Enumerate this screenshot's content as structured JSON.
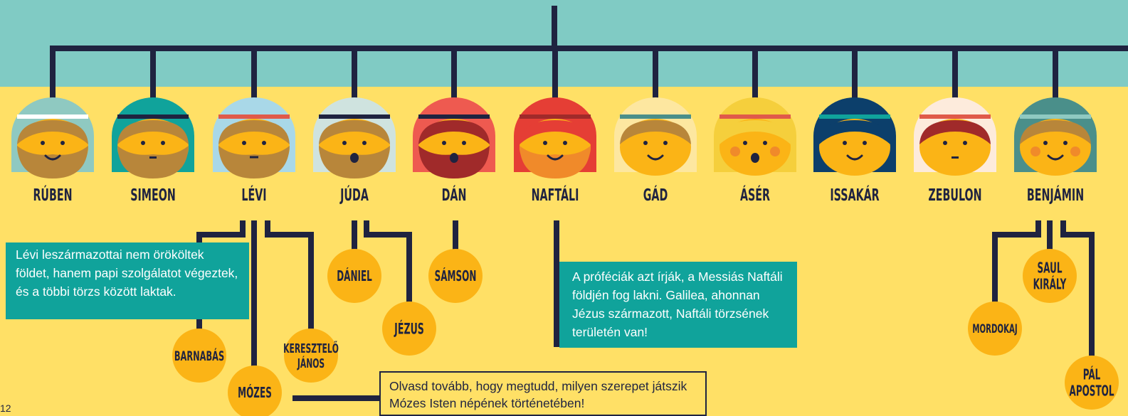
{
  "tribes": [
    {
      "name": "RÚBEN"
    },
    {
      "name": "SIMEON"
    },
    {
      "name": "LÉVI"
    },
    {
      "name": "JÚDA"
    },
    {
      "name": "DÁN"
    },
    {
      "name": "NAFTÁLI"
    },
    {
      "name": "GÁD"
    },
    {
      "name": "ÁSÉR"
    },
    {
      "name": "ISSAKÁR"
    },
    {
      "name": "ZEBULON"
    },
    {
      "name": "BENJÁMIN"
    }
  ],
  "descendants": [
    {
      "id": "barnabas",
      "lines": [
        "BARNABÁS"
      ]
    },
    {
      "id": "mozes",
      "lines": [
        "MÓZES"
      ]
    },
    {
      "id": "kereszt",
      "lines": [
        "KERESZTELŐ",
        "JÁNOS"
      ]
    },
    {
      "id": "daniel",
      "lines": [
        "DÁNIEL"
      ]
    },
    {
      "id": "jezus",
      "lines": [
        "JÉZUS"
      ]
    },
    {
      "id": "samson",
      "lines": [
        "SÁMSON"
      ]
    },
    {
      "id": "saul",
      "lines": [
        "SAUL",
        "KIRÁLY"
      ]
    },
    {
      "id": "mordokaj",
      "lines": [
        "MORDOKAJ"
      ]
    },
    {
      "id": "pal",
      "lines": [
        "PÁL",
        "APOSTOL"
      ]
    }
  ],
  "levi_note": "Lévi leszármazottai nem örököltek földet, hanem papi szolgálatot végeztek, és a többi törzs között laktak.",
  "naftali_note": "A próféciák azt írják, a Messiás Naftáli földjén fog lakni. Galilea, ahonnan Jézus származott, Naftáli törzsének területén van!",
  "moses_callout": "Olvasd tovább, hogy megtudd, milyen szerepet játszik Mózes Isten népének történetében!",
  "page_number": "12",
  "colors": {
    "background": "#ffe066",
    "sky": "#80cbc4",
    "line": "#1f2340",
    "circle": "#fbb416",
    "note_box": "#10a39b"
  }
}
